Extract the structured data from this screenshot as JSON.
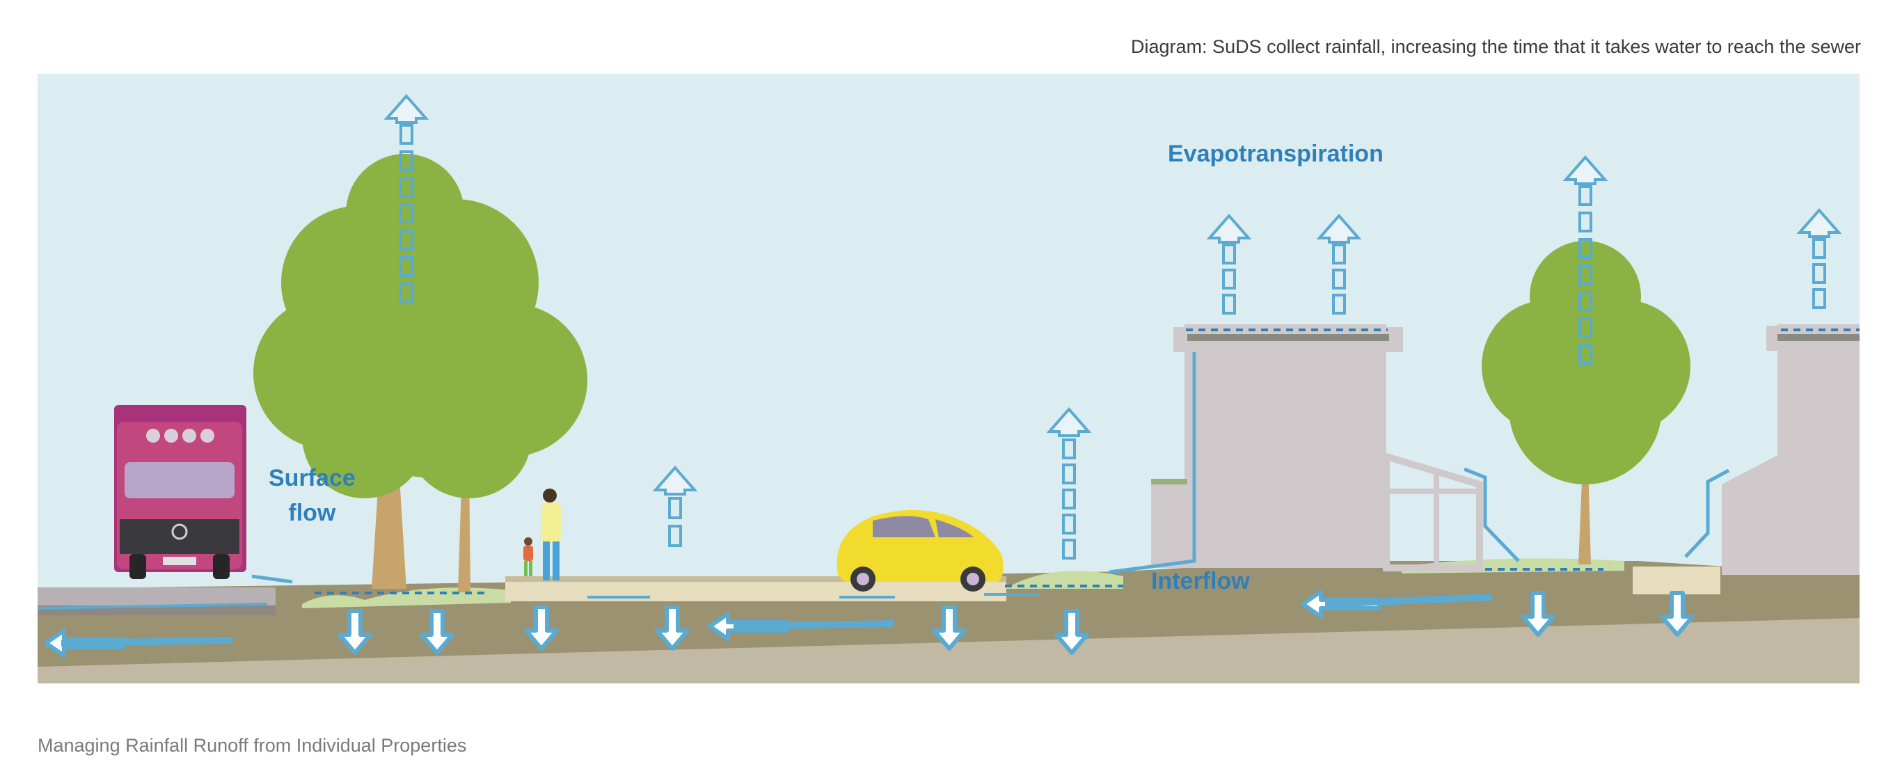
{
  "caption": "Diagram: SuDS collect rainfall, increasing the time that it takes water to reach the sewer",
  "footer": "Managing Rainfall Runoff from Individual Properties",
  "labels": {
    "surface_flow_line1": "Surface",
    "surface_flow_line2": "flow",
    "evapotranspiration": "Evapotranspiration",
    "interflow": "Interflow"
  },
  "colors": {
    "sky": "#dcedf1",
    "tree": "#8ab343",
    "ground": "#9b9272",
    "subsoil": "#c1b9a3",
    "building": "#cfc9cb",
    "water_arrow": "#5aaad2",
    "label_blue": "#2f7fb9",
    "truck": "#c2477e",
    "car": "#f1dc2e"
  },
  "icons": [
    "truck-icon",
    "car-icon",
    "pedestrians-icon",
    "tree-icon",
    "building-icon",
    "conservatory-icon",
    "water-arrow-icon"
  ]
}
